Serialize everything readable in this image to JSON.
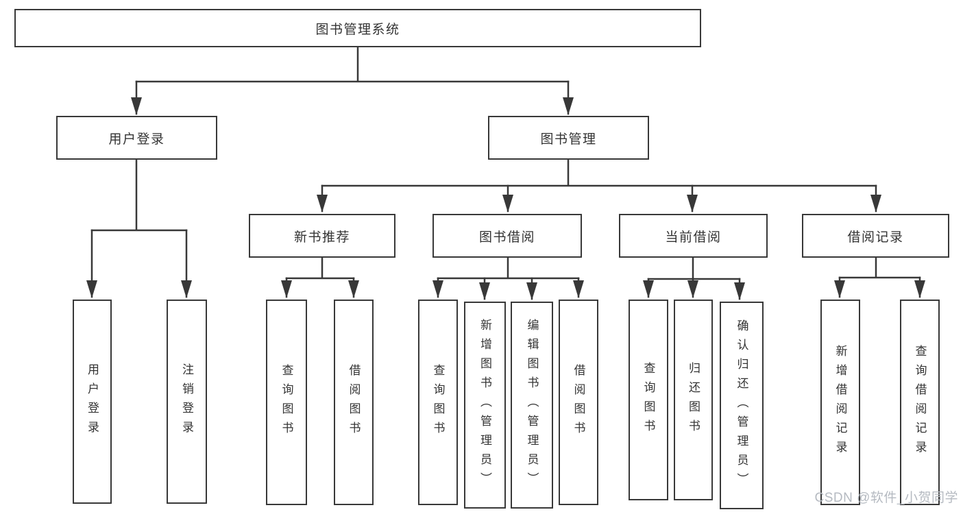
{
  "diagram": {
    "title": "图书管理系统",
    "type": "hierarchy-tree",
    "colors": {
      "line": "#383838",
      "box_border": "#383838",
      "text": "#333333",
      "background": "#ffffff",
      "watermark": "#b5bac1"
    },
    "watermark": "CSDN @软件_小贺同学"
  },
  "tree": {
    "label": "图书管理系统",
    "children": [
      {
        "label": "用户登录",
        "children": [
          {
            "label": "用户登录"
          },
          {
            "label": "注销登录"
          }
        ]
      },
      {
        "label": "图书管理",
        "children": [
          {
            "label": "新书推荐",
            "children": [
              {
                "label": "查询图书"
              },
              {
                "label": "借阅图书"
              }
            ]
          },
          {
            "label": "图书借阅",
            "children": [
              {
                "label": "查询图书"
              },
              {
                "label": "新增图书（管理员）"
              },
              {
                "label": "编辑图书（管理员）"
              },
              {
                "label": "借阅图书"
              }
            ]
          },
          {
            "label": "当前借阅",
            "children": [
              {
                "label": "查询图书"
              },
              {
                "label": "归还图书"
              },
              {
                "label": "确认归还（管理员）"
              }
            ]
          },
          {
            "label": "借阅记录",
            "children": [
              {
                "label": "新增借阅记录"
              },
              {
                "label": "查询借阅记录"
              }
            ]
          }
        ]
      }
    ]
  }
}
